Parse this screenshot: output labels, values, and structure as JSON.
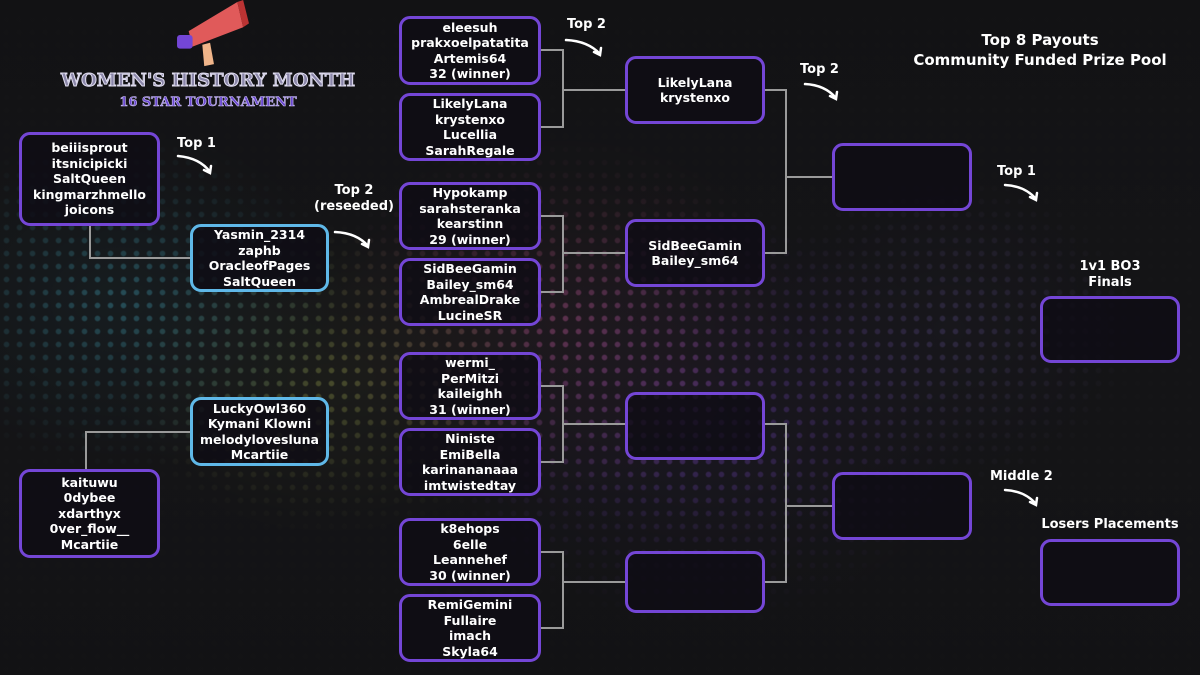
{
  "logo": {
    "title": "WOMEN'S HISTORY MONTH",
    "subtitle": "16 STAR TOURNAMENT",
    "icon": "megaphone-icon"
  },
  "header": {
    "line1": "Top 8 Payouts",
    "line2": "Community Funded Prize Pool"
  },
  "labels": {
    "top1_left": "Top 1",
    "top2_reseeded_1": "Top 2",
    "top2_reseeded_2": "(reseeded)",
    "top2_a": "Top 2",
    "top2_b": "Top 2",
    "top1_right": "Top 1",
    "middle2": "Middle 2",
    "finals_1": "1v1 BO3",
    "finals_2": "Finals",
    "losers": "Losers Placements"
  },
  "colors": {
    "purple": "#7446d6",
    "cyan": "#5fb8e8",
    "line": "#9a9a9a"
  },
  "round0": [
    [
      "beiiisprout",
      "itsnicipicki",
      "SaltQueen",
      "kingmarzhmello",
      "joicons"
    ],
    [
      "kaituwu",
      "0dybee",
      "xdarthyx",
      "0ver_flow__",
      "Mcartiie"
    ]
  ],
  "round1": [
    [
      "Yasmin_2314",
      "zaphb",
      "OracleofPages",
      "SaltQueen"
    ],
    [
      "LuckyOwl360",
      "Kymani Klowni",
      "melodylovesluna",
      "Mcartiie"
    ]
  ],
  "round2": [
    [
      "eleesuh",
      "prakxoelpatatita",
      "Artemis64",
      "32 (winner)"
    ],
    [
      "LikelyLana",
      "krystenxo",
      "Lucellia",
      "SarahRegale"
    ],
    [
      "Hypokamp",
      "sarahsteranka",
      "kearstinn",
      "29 (winner)"
    ],
    [
      "SidBeeGamin",
      "Bailey_sm64",
      "AmbrealDrake",
      "LucineSR"
    ],
    [
      "wermi_",
      "PerMitzi",
      "kaileighh",
      "31 (winner)"
    ],
    [
      "Niniste",
      "EmiBella",
      "karinananaaa",
      "imtwistedtay"
    ],
    [
      "k8ehops",
      "6elle",
      "Leannehef",
      "30 (winner)"
    ],
    [
      "RemiGemini",
      "Fullaire",
      "imach",
      "Skyla64"
    ]
  ],
  "round3": [
    [
      "LikelyLana",
      "krystenxo"
    ],
    [
      "SidBeeGamin",
      "Bailey_sm64"
    ],
    [],
    []
  ],
  "round4": [
    [],
    []
  ],
  "finals": [
    [],
    []
  ]
}
